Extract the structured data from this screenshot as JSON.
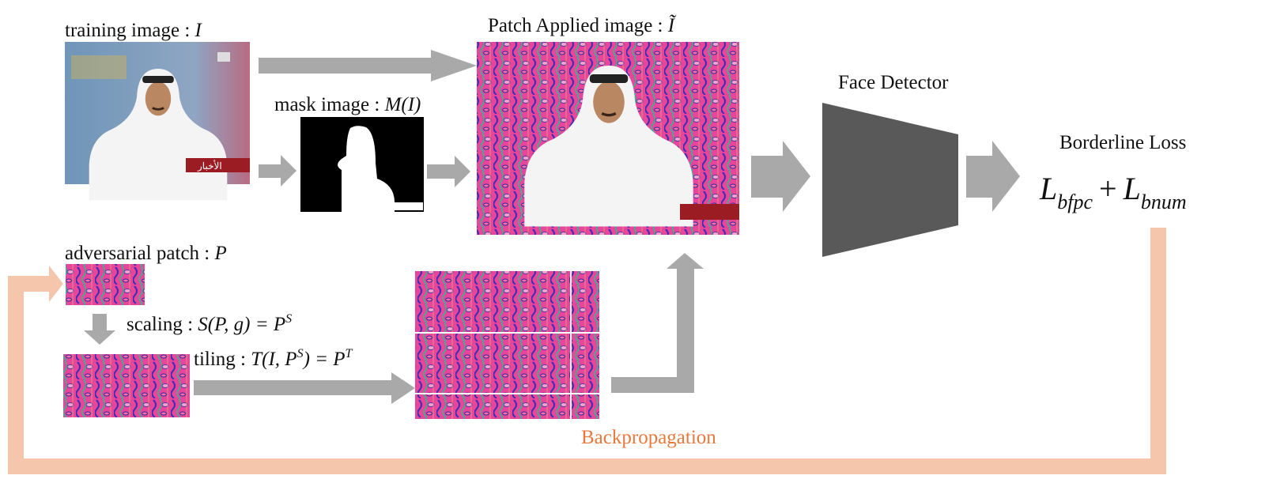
{
  "labels": {
    "training_image": "training image : ",
    "training_image_sym": "I",
    "mask_image": "mask image : ",
    "mask_image_sym": "M(I)",
    "patch_applied": "Patch Applied image : ",
    "patch_applied_sym": "Ĩ",
    "face_detector": "Face Detector",
    "borderline_loss": "Borderline Loss",
    "loss_formula": {
      "l1": "L",
      "s1": "bfpc",
      "plus": "+",
      "l2": "L",
      "s2": "bnum"
    },
    "adversarial_patch": "adversarial patch : ",
    "adversarial_patch_sym": "P",
    "scaling": "scaling : ",
    "scaling_expr": "S(P, g) = P",
    "scaling_sup": "S",
    "tiling": "tiling : ",
    "tiling_expr": "T(I, P",
    "tiling_sup": "S",
    "tiling_end": ") = P",
    "tiling_sup2": "T",
    "backpropagation": "Backpropagation",
    "tv_logo_text": "الأخبار"
  },
  "colors": {
    "arrow": "#a9a9a9",
    "detector": "#595959",
    "backprop_arrow": "#f5c6ab",
    "backprop_text": "#e8793d",
    "patch_pink": "#e8469c"
  }
}
